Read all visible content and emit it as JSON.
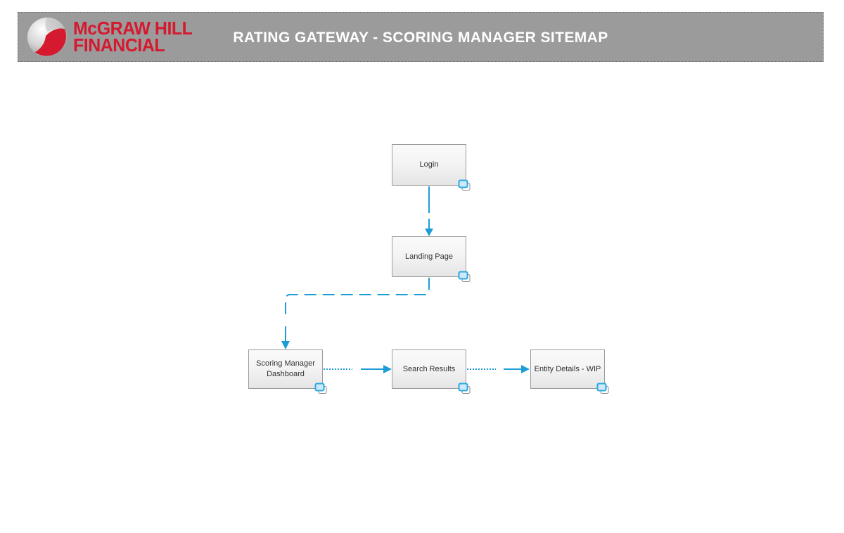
{
  "header": {
    "logo_line1": "McGRAW HILL",
    "logo_line2": "FINANCIAL",
    "title": "RATING GATEWAY - SCORING MANAGER SITEMAP"
  },
  "colors": {
    "banner_bg": "#9B9B9B",
    "logo_red": "#D5192E",
    "title_text": "#FFFFFF",
    "connector_blue": "#1E9CD7",
    "node_border": "#9C9C9C",
    "node_fill_top": "#FAFAFA",
    "node_fill_bottom": "#E5E5E5",
    "node_text": "#333333"
  },
  "diagram": {
    "nodes": [
      {
        "id": "login",
        "label": "Login",
        "icon": "page-icon"
      },
      {
        "id": "landing-page",
        "label": "Landing Page",
        "icon": "page-icon"
      },
      {
        "id": "scoring-manager-dashboard",
        "label": "Scoring Manager Dashboard",
        "icon": "page-icon"
      },
      {
        "id": "search-results",
        "label": "Search Results",
        "icon": "page-icon"
      },
      {
        "id": "entity-details-wip",
        "label": "Entity Details - WIP",
        "icon": "page-icon"
      }
    ],
    "edges": [
      {
        "from": "Login",
        "to": "Landing Page",
        "style": "dashed-arrow-down"
      },
      {
        "from": "Landing Page",
        "to": "Scoring Manager Dashboard",
        "style": "dashed-elbow-arrow"
      },
      {
        "from": "Scoring Manager Dashboard",
        "to": "Search Results",
        "style": "dotted-dash-arrow-right"
      },
      {
        "from": "Search Results",
        "to": "Entity Details - WIP",
        "style": "dotted-dash-arrow-right"
      }
    ]
  }
}
